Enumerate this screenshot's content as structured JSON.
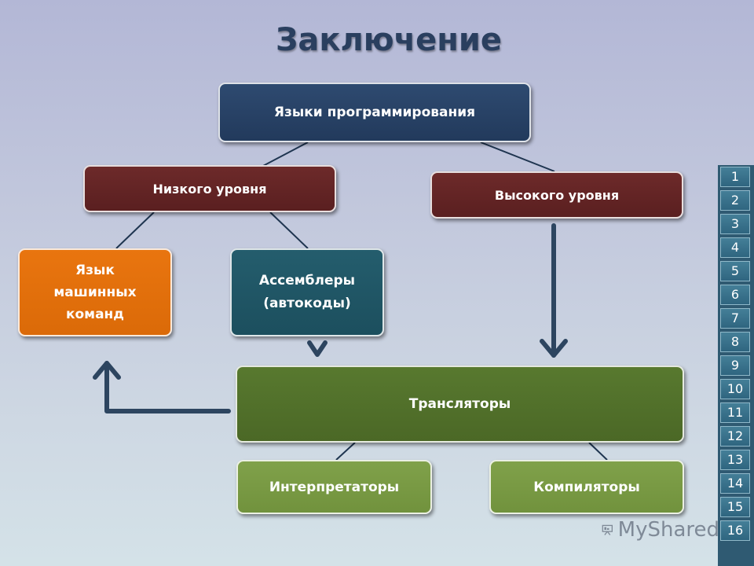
{
  "slide": {
    "title": "Заключение"
  },
  "boxes": {
    "root": "Языки программирования",
    "low": "Низкого уровня",
    "high": "Высокого уровня",
    "machine": "Язык машинных команд",
    "assembler": "Ассемблеры (автокоды)",
    "translators": "Трансляторы",
    "interpreters": "Интерпретаторы",
    "compilers": "Компиляторы"
  },
  "colors": {
    "arrow": "#2d4560",
    "line": "#1f3550"
  },
  "nav": {
    "pages": [
      "1",
      "2",
      "3",
      "4",
      "5",
      "6",
      "7",
      "8",
      "9",
      "10",
      "11",
      "12",
      "13",
      "14",
      "15",
      "16"
    ]
  },
  "watermark": {
    "text": "MyShared",
    "icon": "presentation-board-icon"
  }
}
